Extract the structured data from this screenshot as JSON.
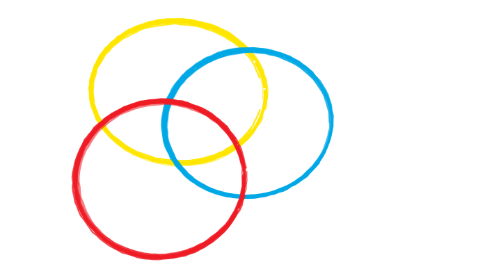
{
  "rings": [
    {
      "name": "yellow-ring",
      "color": "#FFE600"
    },
    {
      "name": "blue-ring",
      "color": "#00A8E6"
    },
    {
      "name": "red-ring",
      "color": "#EE1C25"
    }
  ],
  "background": "#FFFFFF"
}
